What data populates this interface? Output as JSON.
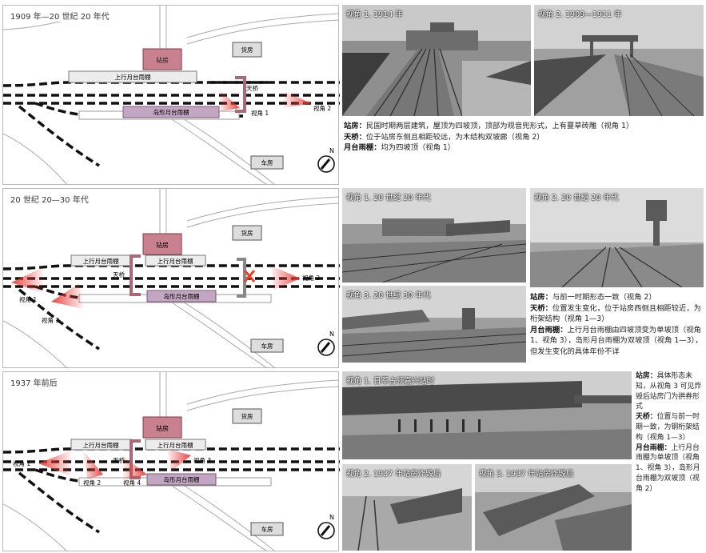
{
  "panels": [
    {
      "title": "1909 年—20 世纪 20 年代",
      "labels": {
        "station": "站房",
        "freight": "货房",
        "upper_platform": "上行月台雨棚",
        "island_platform": "岛形月台雨棚",
        "footbridge": "天桥",
        "car_shed": "车房",
        "view1": "视角 1",
        "view2": "视角 2",
        "compass_n": "N"
      },
      "photos": [
        {
          "caption": "视角 1. 1914 年",
          "icon": "photo-station-1914"
        },
        {
          "caption": "视角 2. 1909—1911 年",
          "icon": "photo-tracks-footbridge"
        }
      ],
      "desc": [
        {
          "term": "站房：",
          "text": "民国时期两层建筑，屋顶为四坡顶，顶部为观音兜形式，上有蔓草砖雕（视角 1）"
        },
        {
          "term": "天桥：",
          "text": "位于站房东侧且相距较远，为木结构双坡廊（视角 2）"
        },
        {
          "term": "月台雨棚：",
          "text": "均为四坡顶（视角 1）"
        }
      ]
    },
    {
      "title": "20 世纪 20—30 年代",
      "labels": {
        "station": "站房",
        "freight": "货房",
        "upper_platform_left": "上行月台雨棚",
        "upper_platform_right": "上行月台雨棚",
        "island_platform": "岛形月台雨棚",
        "footbridge": "天桥",
        "car_shed": "车房",
        "view1": "视角 1",
        "view2": "视角 2",
        "view3": "视角 3",
        "compass_n": "N"
      },
      "photos": [
        {
          "caption": "视角 1. 20 世纪 20 年代",
          "icon": "photo-platform-1920s"
        },
        {
          "caption": "视角 2. 20 世纪 20 年代",
          "icon": "photo-water-tower"
        },
        {
          "caption": "视角 3. 20 世纪 30 年代",
          "icon": "photo-yard-1930s"
        }
      ],
      "desc": [
        {
          "term": "站房：",
          "text": "与前一时期形态一致（视角 2）"
        },
        {
          "term": "天桥：",
          "text": "位置发生变化，位于站房西侧且相距较近，为桁架结构（视角 1—3）"
        },
        {
          "term": "月台雨棚：",
          "text": "上行月台雨棚由四坡顶变为单坡顶（视角 1、视角 3），岛形月台雨棚为双坡顶（视角 1—3），但发生变化的具体年份不详"
        }
      ]
    },
    {
      "title": "1937 年前后",
      "labels": {
        "station": "站房",
        "freight": "货房",
        "upper_platform_left": "上行月台雨棚",
        "upper_platform_right": "上行月台雨棚",
        "island_platform": "岛形月台雨棚",
        "footbridge": "天桥",
        "car_shed": "车房",
        "view1": "视角 1",
        "view2": "视角 2",
        "view3": "视角 3",
        "view4": "视角 4",
        "compass_n": "N"
      },
      "photos": [
        {
          "caption": "视角 1. 日军占领嘉兴站时",
          "icon": "photo-troops-platform"
        },
        {
          "caption": "视角 2. 1937 年站房炸毁后",
          "icon": "photo-bombed-1"
        },
        {
          "caption": "视角 3. 1937 年站房炸毁后",
          "icon": "photo-bombed-2"
        }
      ],
      "desc": [
        {
          "term": "站房：",
          "text": "具体形态未知，从视角 3 可见炸毁后站房门为拱券形式"
        },
        {
          "term": "天桥：",
          "text": "位置与前一时期一致，为钢桁架结构（视角 1—3）"
        },
        {
          "term": "月台雨棚：",
          "text": "上行月台雨棚为单坡顶（视角 1、视角 3），岛形月台雨棚为双坡顶（视角 2）"
        }
      ]
    }
  ],
  "colors": {
    "station": "#c9818f",
    "island": "#c2a6c2",
    "upper": "#ececec",
    "view_red": "#e53935",
    "track": "#111111",
    "road": "#aaaaaa",
    "x_mark": "#e8452c"
  }
}
